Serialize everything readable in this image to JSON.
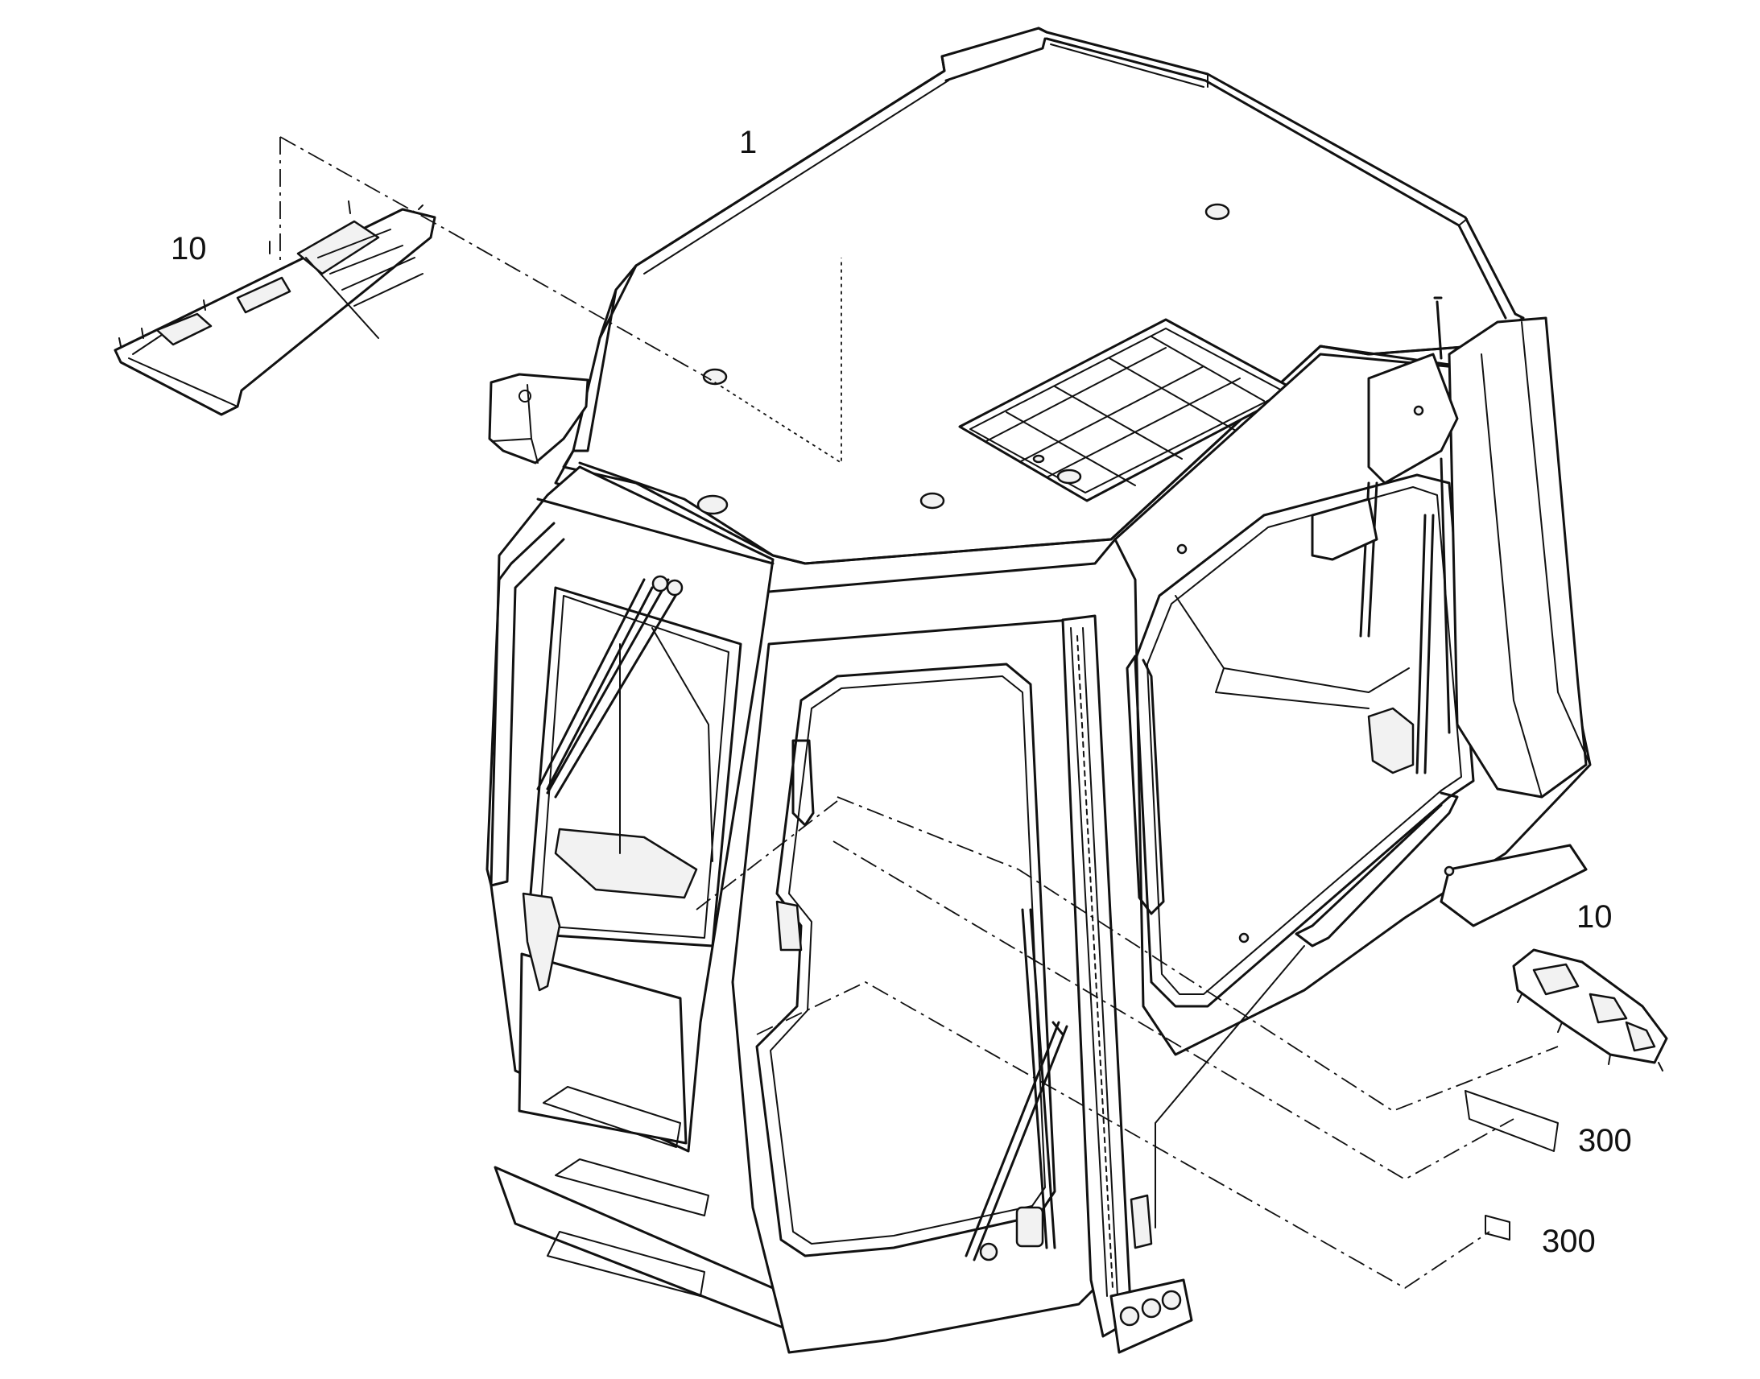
{
  "callouts": {
    "cab": "1",
    "upper_panel": "10",
    "lower_panel": "10",
    "label_large": "300",
    "label_small": "300"
  },
  "colors": {
    "line": "#111111",
    "background": "#ffffff"
  }
}
